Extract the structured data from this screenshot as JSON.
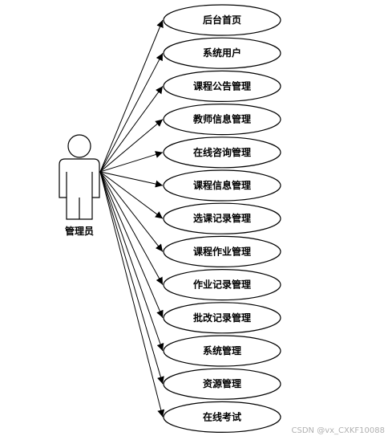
{
  "actor": {
    "label": "管理员"
  },
  "use_cases": [
    "后台首页",
    "系统用户",
    "课程公告管理",
    "教师信息管理",
    "在线咨询管理",
    "课程信息管理",
    "选课记录管理",
    "课程作业管理",
    "作业记录管理",
    "批改记录管理",
    "系统管理",
    "资源管理",
    "在线考试"
  ],
  "watermark": "CSDN @vx_CXKF10088",
  "colors": {
    "stroke": "#000000",
    "fill": "#ffffff"
  }
}
